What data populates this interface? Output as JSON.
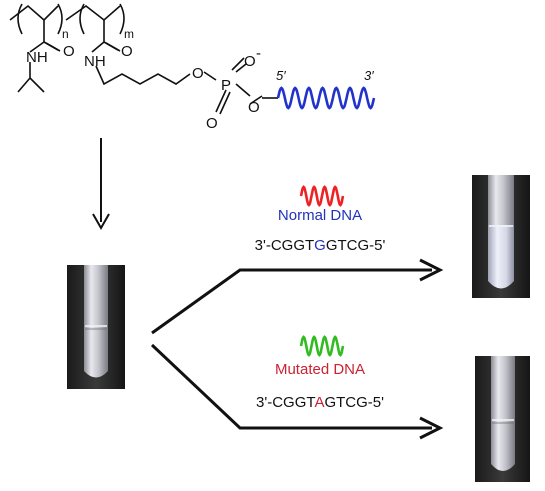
{
  "polymer": {
    "n_label": "n",
    "m_label": "m",
    "nh_left": "NH",
    "nh_right": "NH",
    "o_carbonyl_left": "O",
    "o_carbonyl_right": "O",
    "o_ester_1": "O",
    "o_ester_2": "O",
    "o_double": "O",
    "o_minus": "O",
    "minus_sign": "-",
    "p_atom": "P"
  },
  "dna_probe": {
    "five_prime": "5′",
    "three_prime": "3′",
    "color": "#2233cc"
  },
  "normal_branch": {
    "label": "Normal DNA",
    "label_color": "#2233bb",
    "wave_color": "#ee2222",
    "seq_prefix": "3'-CGGT",
    "seq_highlight": "G",
    "seq_suffix": "GTCG-5'",
    "highlight_color": "#2233bb"
  },
  "mutated_branch": {
    "label": "Mutated DNA",
    "label_color": "#cc2233",
    "wave_color": "#33bb22",
    "seq_prefix": "3'-CGGT",
    "seq_highlight": "A",
    "seq_suffix": "GTCG-5'",
    "highlight_color": "#cc2233"
  }
}
